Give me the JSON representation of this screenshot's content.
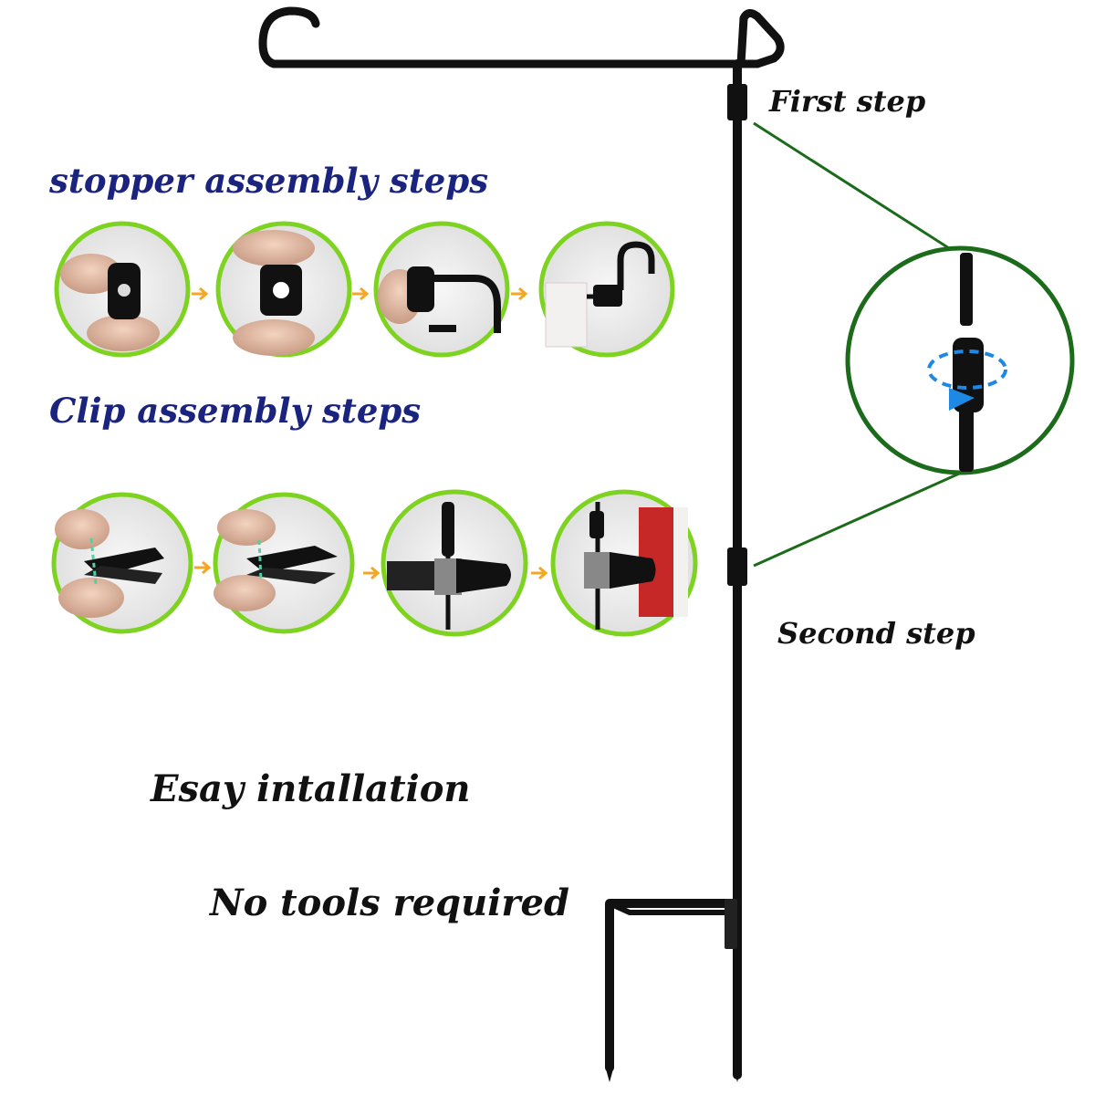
{
  "labels": {
    "stopper_heading": "stopper assembly steps",
    "clip_heading": "Clip assembly steps",
    "first_step": "First step",
    "second_step": "Second step",
    "easy_installation": "Esay intallation",
    "no_tools": "No tools required"
  },
  "colors": {
    "heading": "#1a237e",
    "circle_border": "#7ed321",
    "zoom_border": "#1b6b1b",
    "pole": "#111111",
    "arrow": "#f5a623",
    "rotate_arrow": "#1e88e5",
    "flag_red": "#c62828"
  }
}
